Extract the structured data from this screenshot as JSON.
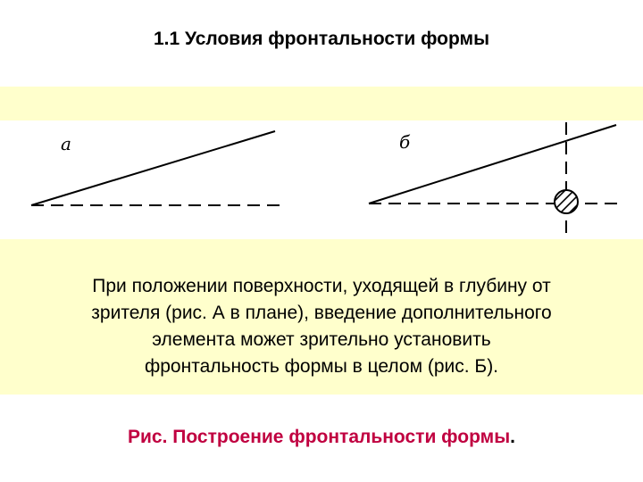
{
  "title": "1.1 Условия фронтальности формы",
  "figure": {
    "label_a": "а",
    "label_b": "б"
  },
  "body_lines": [
    "При положении поверхности, уходящей в глубину от",
    "зрителя (рис. А в плане), введение дополнительного",
    "элемента может зрительно установить",
    "фронтальность формы в целом (рис. Б)."
  ],
  "caption": {
    "text": "Рис. Построение фронтальности формы",
    "end": "."
  },
  "colors": {
    "highlight": "#ffffcc",
    "caption": "#c00040",
    "text": "#000000"
  }
}
